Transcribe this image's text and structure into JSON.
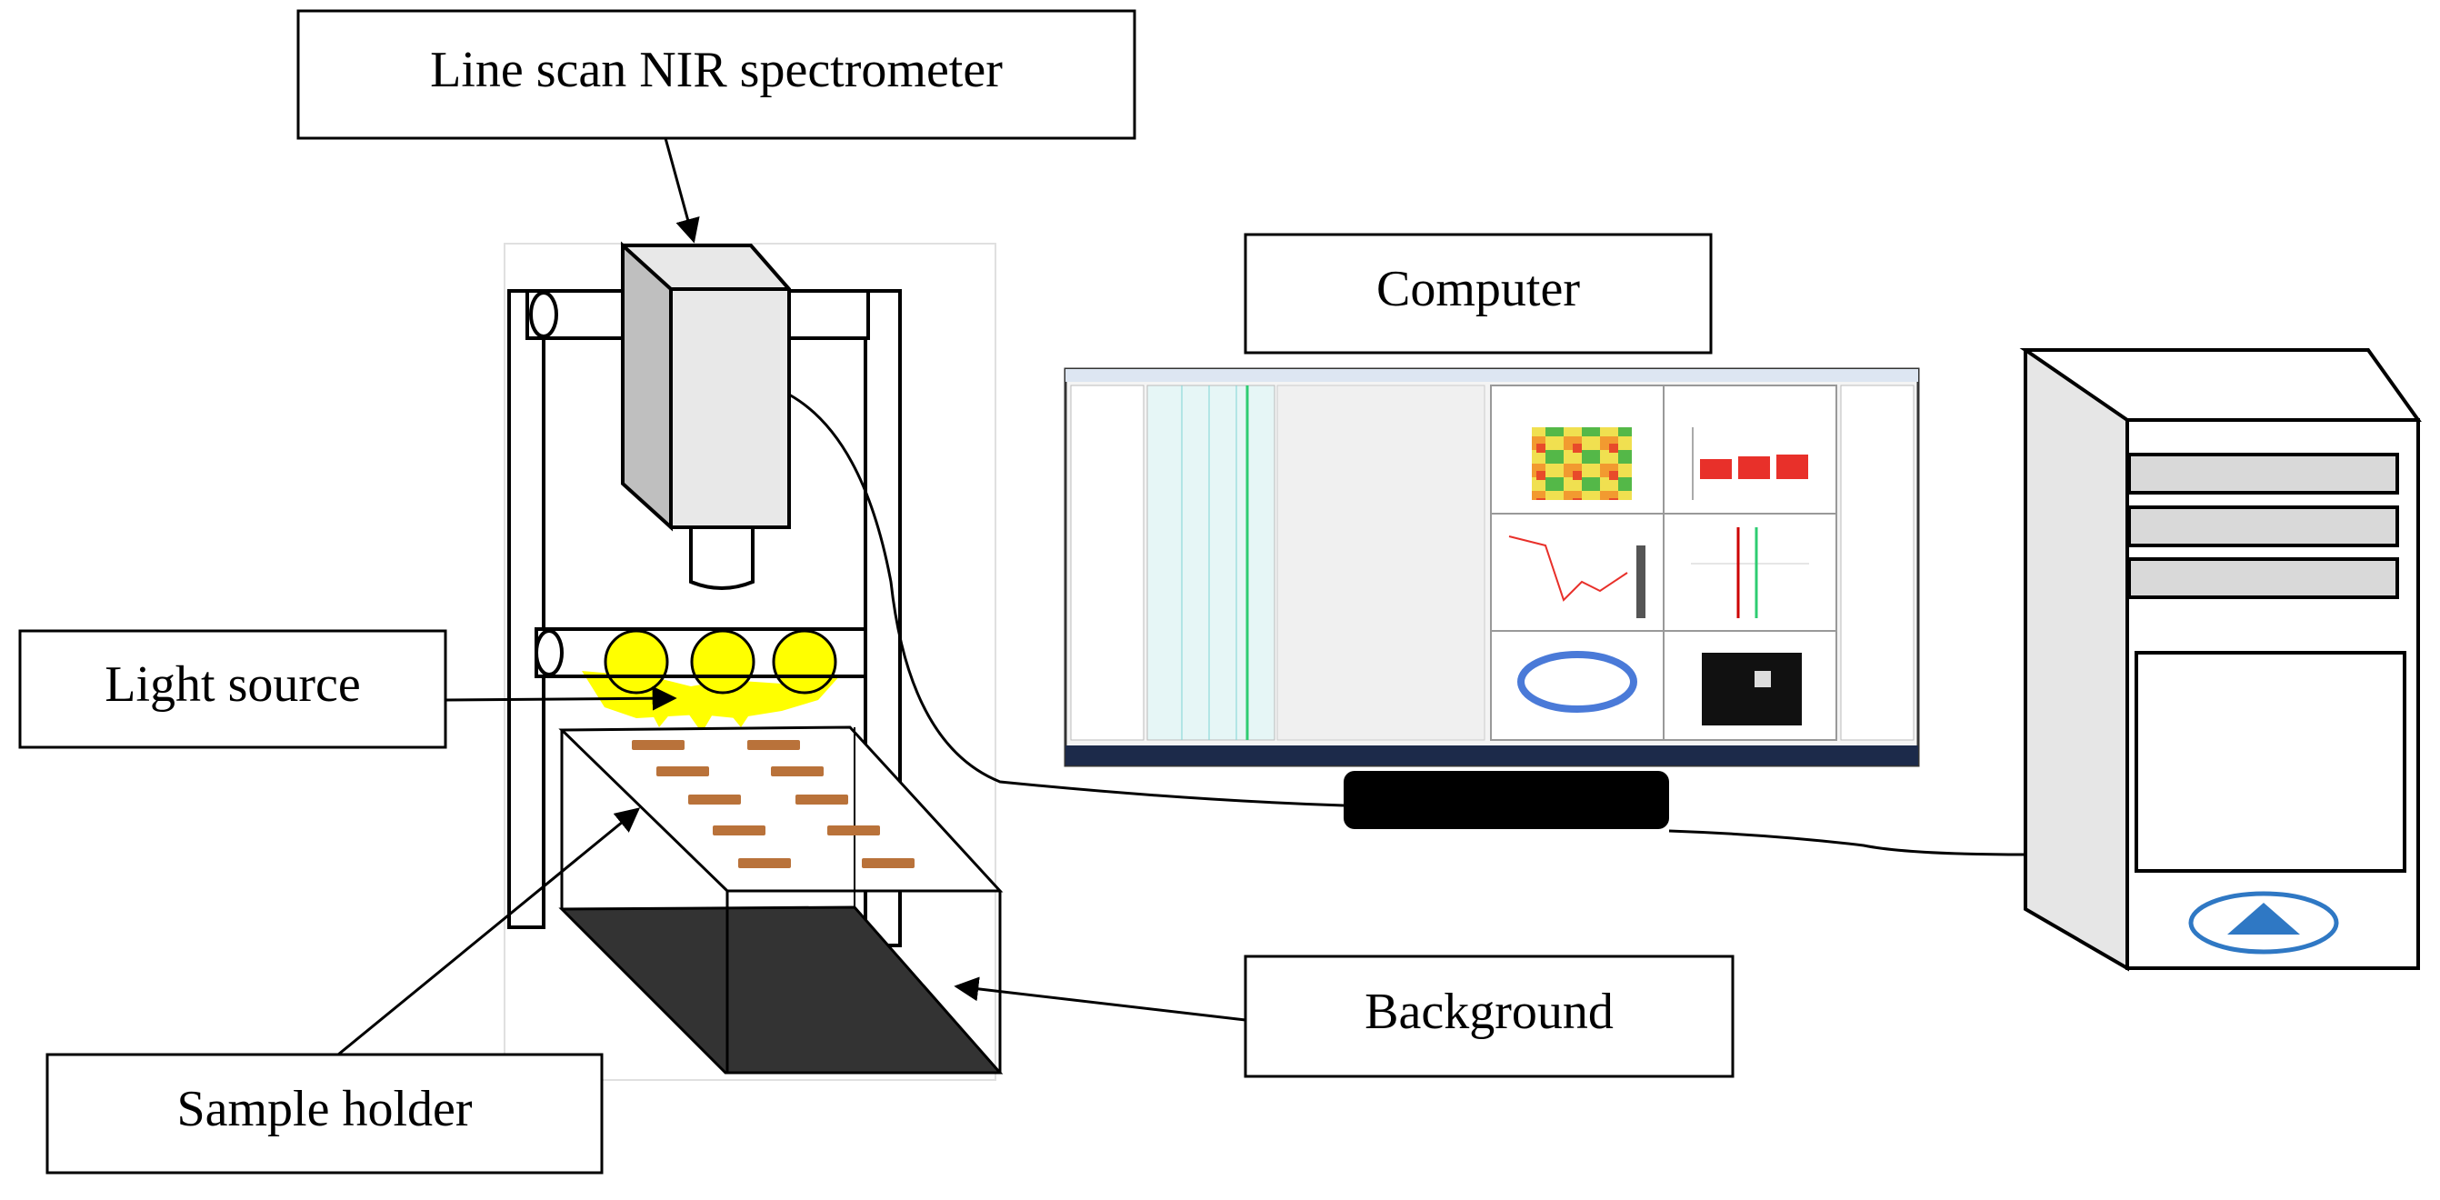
{
  "labels": {
    "spectrometer": "Line scan NIR spectrometer",
    "computer": "Computer",
    "light_source": "Light source",
    "background": "Background",
    "sample_holder": "Sample holder"
  },
  "colors": {
    "light_bulb": "#ffff00",
    "light_beam": "#ffff00",
    "sample_strip": "#b9723a",
    "background_board": "#333333",
    "camera_front": "#e8e8e8",
    "camera_side": "#bfbfbf",
    "heatmap_high": "#e84a2a",
    "heatmap_low": "#2ea84f",
    "bar_red": "#e8302a",
    "tower_button": "#2f78c4"
  },
  "icons": {
    "camera": "spectrometer-camera-icon",
    "monitor": "monitor-icon",
    "tower": "computer-tower-icon",
    "bulb": "light-bulb-icon",
    "tower_button": "triangle-up-icon"
  }
}
